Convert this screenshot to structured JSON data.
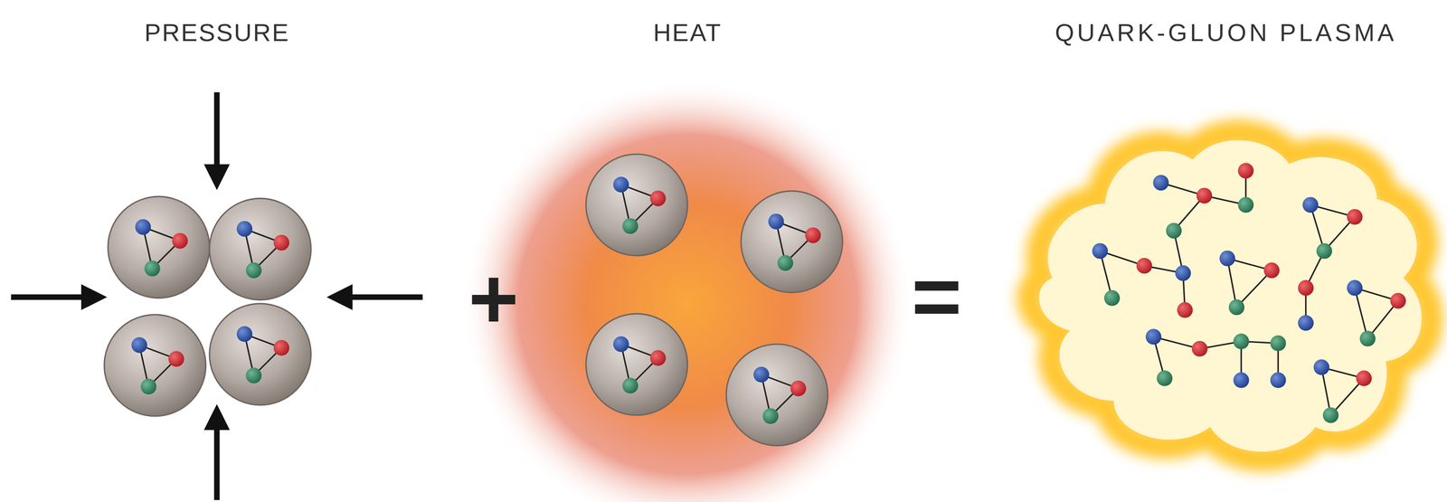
{
  "diagram": {
    "labels": [
      "PRESSURE",
      "HEAT",
      "QUARK-GLUON PLASMA",
      "+",
      "="
    ]
  }
}
